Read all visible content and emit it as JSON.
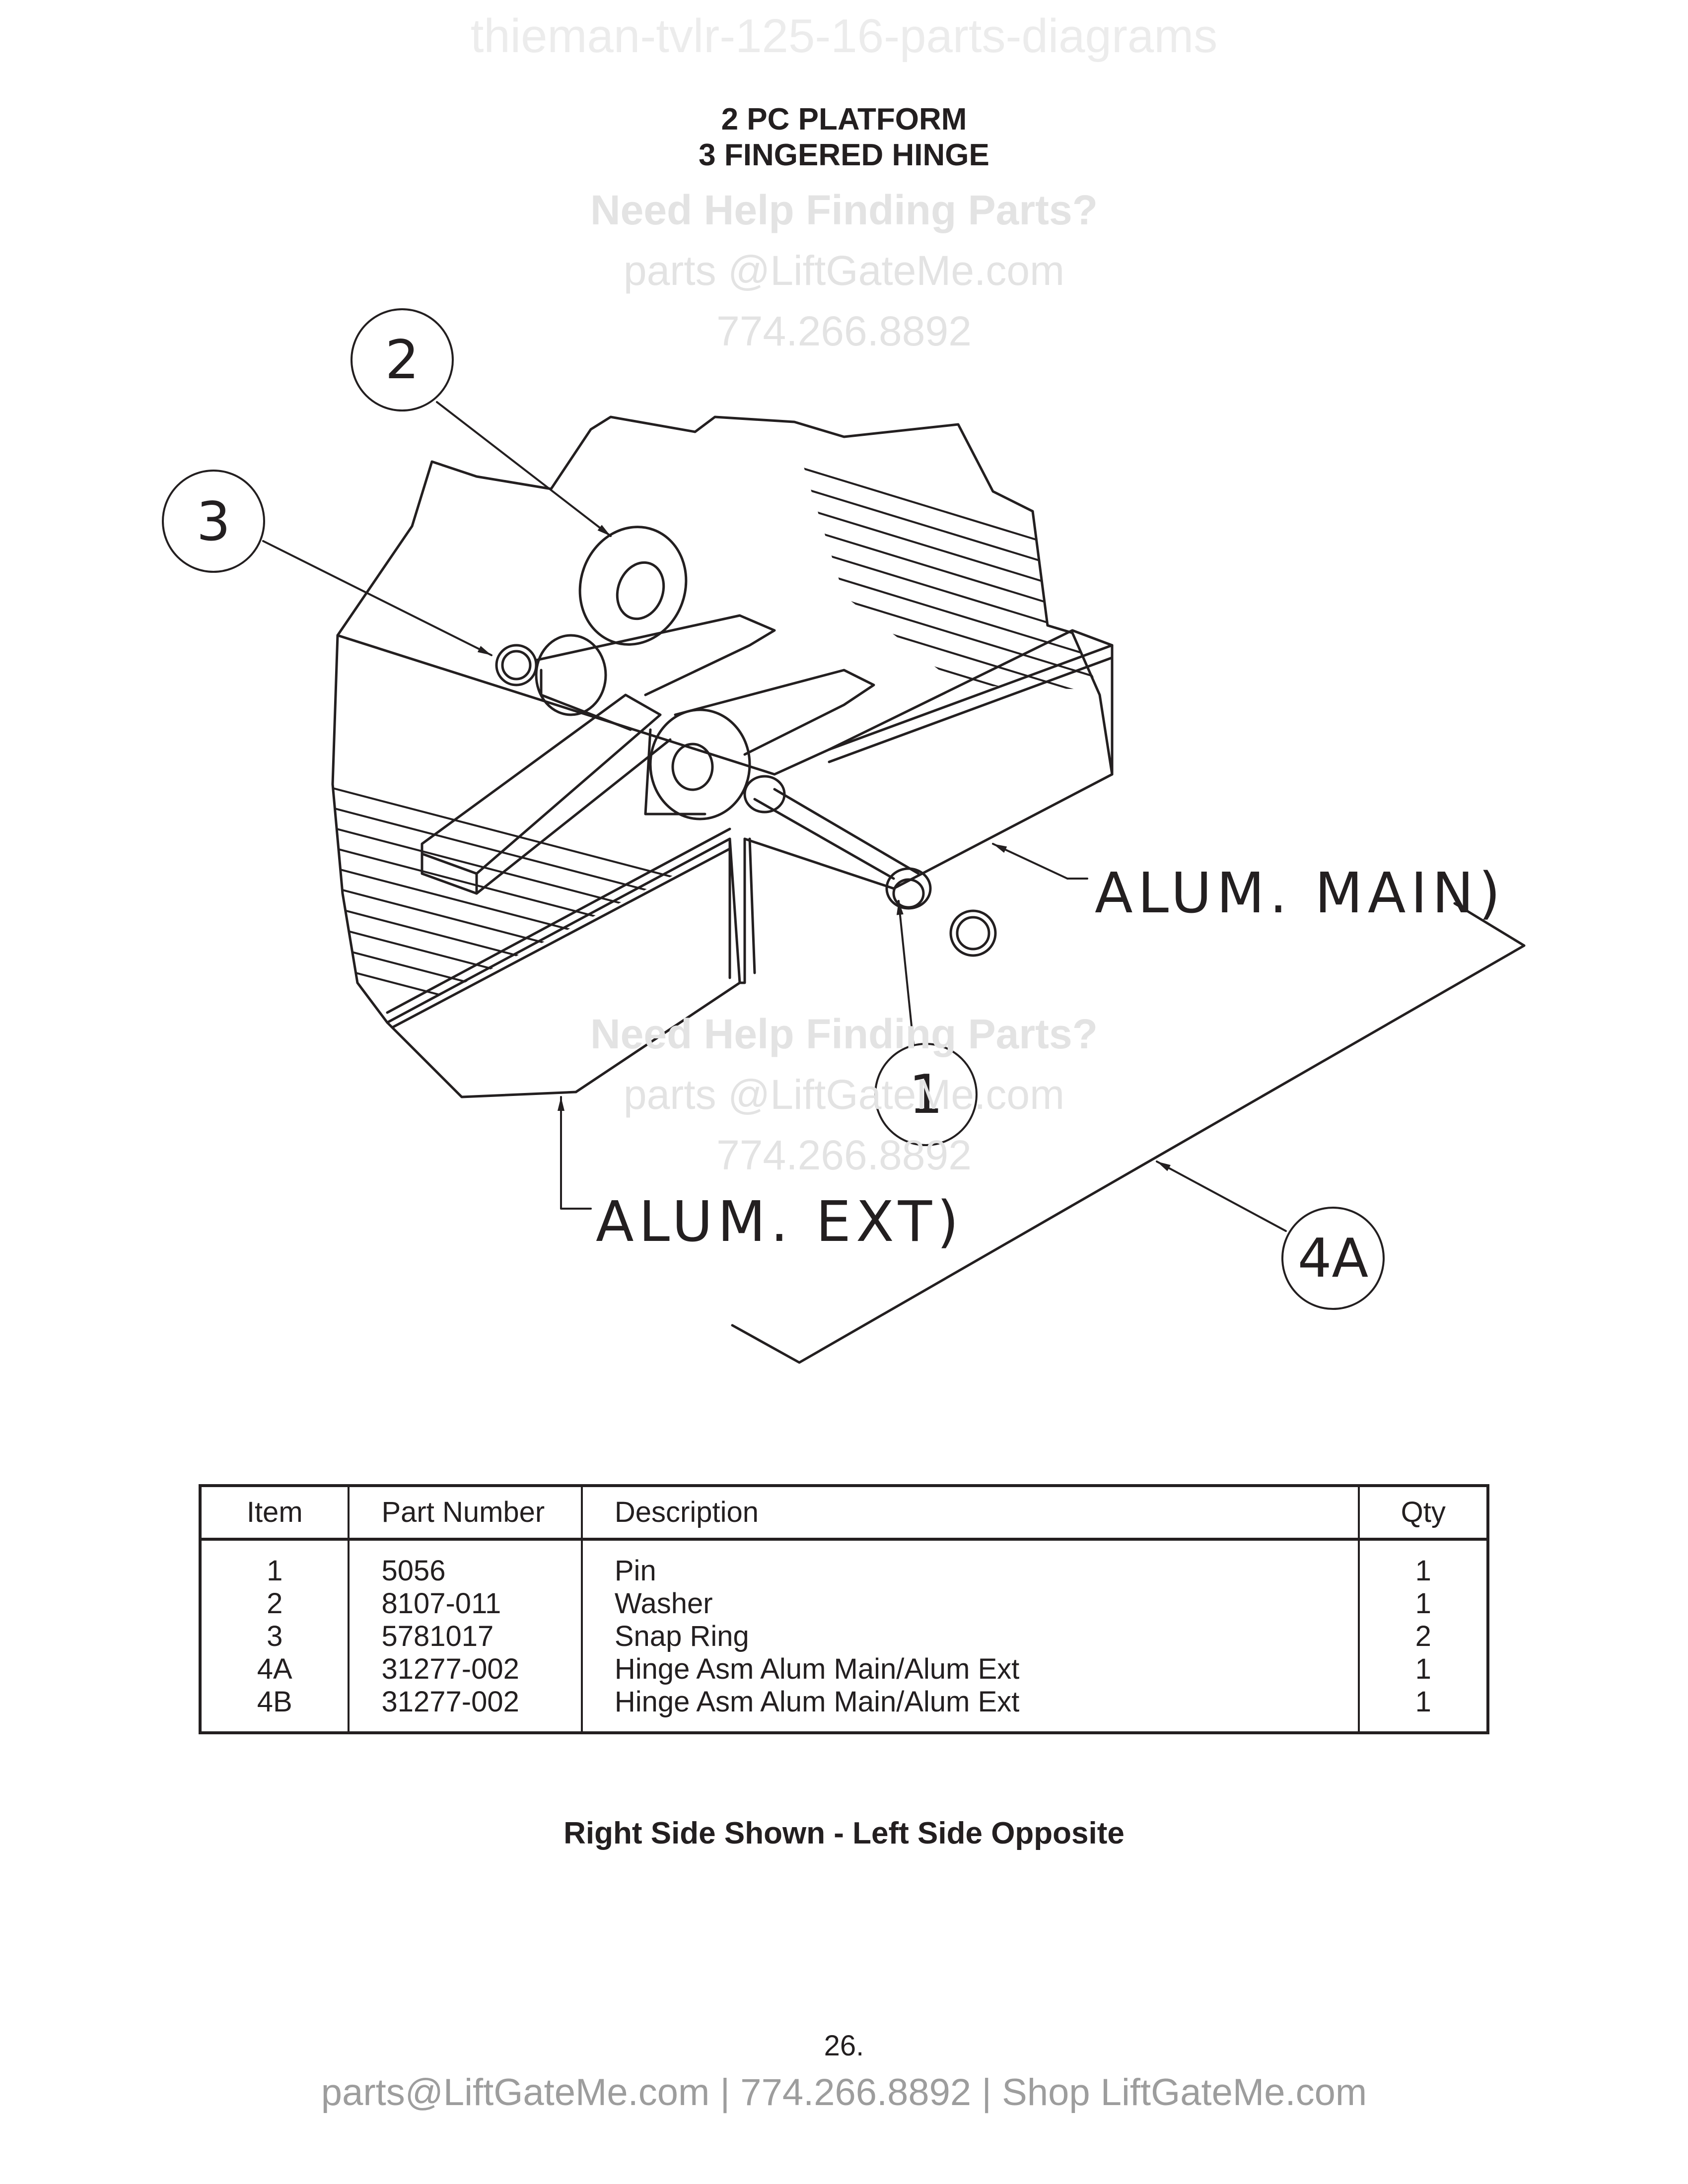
{
  "watermark_top": "thieman-tvlr-125-16-parts-diagrams",
  "title": {
    "line1": "2 PC PLATFORM",
    "line2": "3 FINGERED HINGE"
  },
  "watermark_help": {
    "heading": "Need Help Finding Parts?",
    "email": "parts @LiftGateMe.com",
    "phone": "774.266.8892"
  },
  "diagram": {
    "callouts": [
      "2",
      "3",
      "1",
      "4A"
    ],
    "labels": {
      "alum_main": "ALUM. MAIN)",
      "alum_ext": "ALUM. EXT)"
    }
  },
  "parts_table": {
    "headers": [
      "Item",
      "Part Number",
      "Description",
      "Qty"
    ],
    "rows": [
      {
        "item": "1",
        "part_number": "5056",
        "description": "Pin",
        "qty": "1"
      },
      {
        "item": "2",
        "part_number": "8107-011",
        "description": "Washer",
        "qty": "1"
      },
      {
        "item": "3",
        "part_number": "5781017",
        "description": "Snap Ring",
        "qty": "2"
      },
      {
        "item": "4A",
        "part_number": "31277-002",
        "description": "Hinge Asm Alum Main/Alum Ext",
        "qty": "1"
      },
      {
        "item": "4B",
        "part_number": "31277-002",
        "description": "Hinge Asm Alum Main/Alum Ext",
        "qty": "1"
      }
    ]
  },
  "note": "Right Side Shown - Left Side Opposite",
  "page_number": "26.",
  "footer": "parts@LiftGateMe.com | 774.266.8892 | Shop LiftGateMe.com"
}
